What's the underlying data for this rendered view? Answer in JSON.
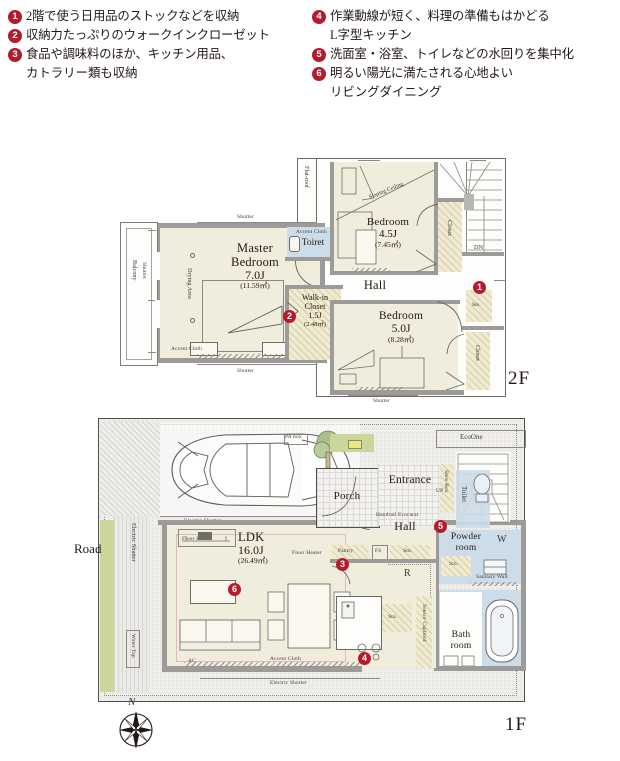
{
  "legend": {
    "left": [
      {
        "num": "1",
        "text": "2階で使う日用品のストックなどを収納"
      },
      {
        "num": "2",
        "text": "収納力たっぷりのウォークインクローゼット"
      },
      {
        "num": "3",
        "text": "食品や調味料のほか、キッチン用品、",
        "cont": "カトラリー類も収納"
      }
    ],
    "right": [
      {
        "num": "4",
        "text": "作業動線が短く、料理の準備もはかどる",
        "cont": "L字型キッチン"
      },
      {
        "num": "5",
        "text": "洗面室・浴室、トイレなどの水回りを集中化"
      },
      {
        "num": "6",
        "text": "明るい陽光に満たされる心地よい",
        "cont": "リビングダイニング"
      }
    ]
  },
  "floor2": {
    "label": "2F",
    "rooms": {
      "master": {
        "name": "Master",
        "name2": "Bedroom",
        "size": "7.0J",
        "area": "(11.59㎡)"
      },
      "bed45": {
        "name": "Bedroom",
        "size": "4.5J",
        "area": "(7.45㎡)"
      },
      "bed50": {
        "name": "Bedroom",
        "size": "5.0J",
        "area": "(8.28㎡)"
      },
      "wic": {
        "name": "Walk-in",
        "name2": "Closet",
        "size": "1.5J",
        "area": "(2.48㎡)"
      },
      "hall": {
        "name": "Hall"
      },
      "toilet": {
        "name": "Toiret"
      }
    },
    "small_labels": {
      "balcony": "Balcony",
      "shutter": "Shutter",
      "drying_area": "Drying Area",
      "accent_cloth": "Accent Cloth",
      "flat_roof": "Flat-roof",
      "sloping_ceiling": "Sloping Ceiling",
      "closet": "Closet",
      "sto": "Sto.",
      "dn": "DN"
    },
    "markers": [
      {
        "num": "1",
        "note": "storage upstairs"
      },
      {
        "num": "2",
        "note": "walk-in closet"
      }
    ]
  },
  "floor1": {
    "label": "1F",
    "road": "Road",
    "compass": "N",
    "rooms": {
      "ldk": {
        "name": "LDK",
        "size": "16.0J",
        "area": "(26.49㎡)"
      },
      "entrance": {
        "name": "Entrance"
      },
      "porch": {
        "name": "Porch"
      },
      "hall": {
        "name": "Hall"
      },
      "powder": {
        "name": "Powder",
        "name2": "room"
      },
      "bath": {
        "name": "Bath",
        "name2": "room"
      },
      "toilet": {
        "name": "Toilet"
      }
    },
    "small_labels": {
      "ecoone": "EcoOne",
      "pa_box": "PA box",
      "electric_shutter": "Electric Shutter",
      "floor_heater": "Floor Heater",
      "accent_cloth": "Accent Cloth",
      "water_tap": "Water Tap",
      "shoe_box": "Shoe Box",
      "handrail": "Handrail Ecocarat",
      "up": "UP",
      "pantry": "Pantry",
      "fs": "FS",
      "sto": "Sto.",
      "r": "R",
      "w": "W",
      "sensor_cupbord": "Sensor Cupbord",
      "sanitary_wall": "Sanitary Wall",
      "ac": "AC"
    },
    "markers": [
      {
        "num": "3",
        "note": "pantry"
      },
      {
        "num": "4",
        "note": "L-shaped kitchen"
      },
      {
        "num": "5",
        "note": "powder room"
      },
      {
        "num": "6",
        "note": "living dining"
      }
    ]
  },
  "colors": {
    "marker_red": "#b41b2c",
    "room_beige": "#f1eddc",
    "water_blue": "#ccdce8",
    "closet_yellow": "#f0ead0",
    "wall_gray": "#9c9b99",
    "grass_green": "#cbd79a"
  }
}
